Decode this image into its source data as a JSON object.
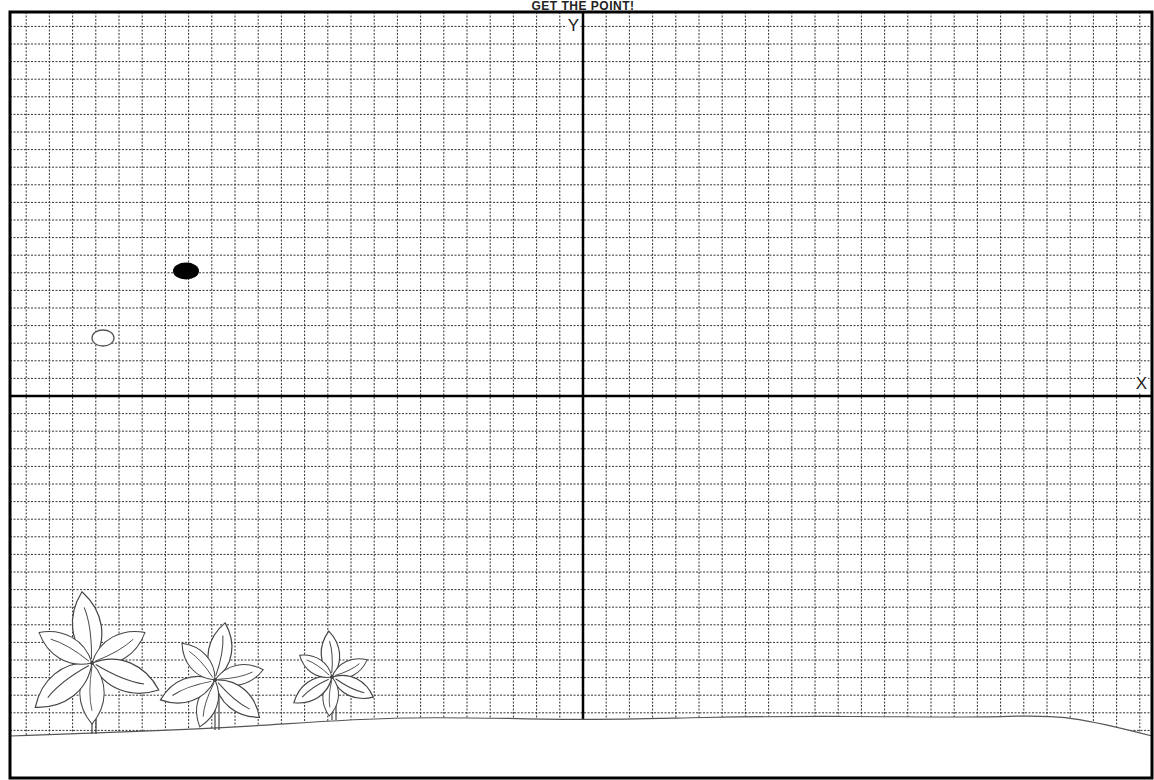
{
  "diagram": {
    "title": "GET THE POINT!",
    "labels": [
      "Y",
      "X"
    ]
  }
}
